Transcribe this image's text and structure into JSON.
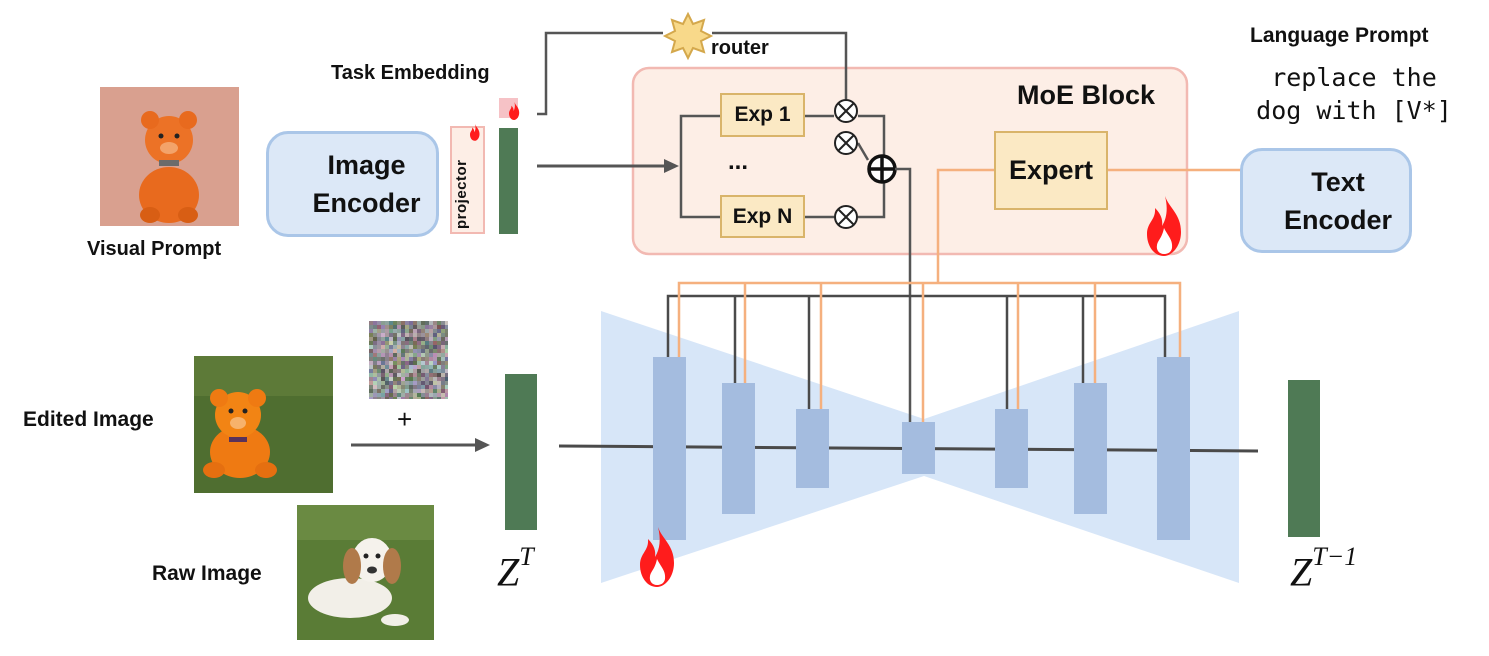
{
  "labels": {
    "visual_prompt": "Visual Prompt",
    "task_embedding": "Task Embedding",
    "router": "router",
    "moe_block": "MoE Block",
    "language_prompt_title": "Language Prompt",
    "language_prompt_text": "replace the dog with [V*]",
    "projector": "projector",
    "edited_image": "Edited Image",
    "raw_image": "Raw Image",
    "plus": "+",
    "ellipsis": "...",
    "z_t_base": "Z",
    "z_t_sup": "T",
    "z_t1_base": "Z",
    "z_t1_sup": "T−1"
  },
  "image_encoder": {
    "line1": "Image",
    "line2": "Encoder"
  },
  "text_encoder": {
    "line1": "Text",
    "line2": "Encoder"
  },
  "experts": {
    "exp1": "Exp 1",
    "expn": "Exp N",
    "expert": "Expert"
  },
  "icons": {
    "snowflake": "snowflake-icon",
    "flame": "flame-icon",
    "star": "star-icon",
    "multiply": "multiply-circle-icon",
    "plus": "plus-circle-icon"
  },
  "colors": {
    "encoder_fill": "#dce8f7",
    "encoder_border": "#aac6e8",
    "moe_fill": "#fdeee6",
    "moe_border": "#f2b9b2",
    "expert_fill": "#fbe9c4",
    "expert_border": "#d9b46a",
    "latent_green": "#4f7a55",
    "unet_block": "#a4bcdf",
    "unet_bg": "#d7e6f8",
    "orange_line": "#f5b07e",
    "dark_line": "#4a4a4a",
    "flame": "#ff1c1c"
  }
}
